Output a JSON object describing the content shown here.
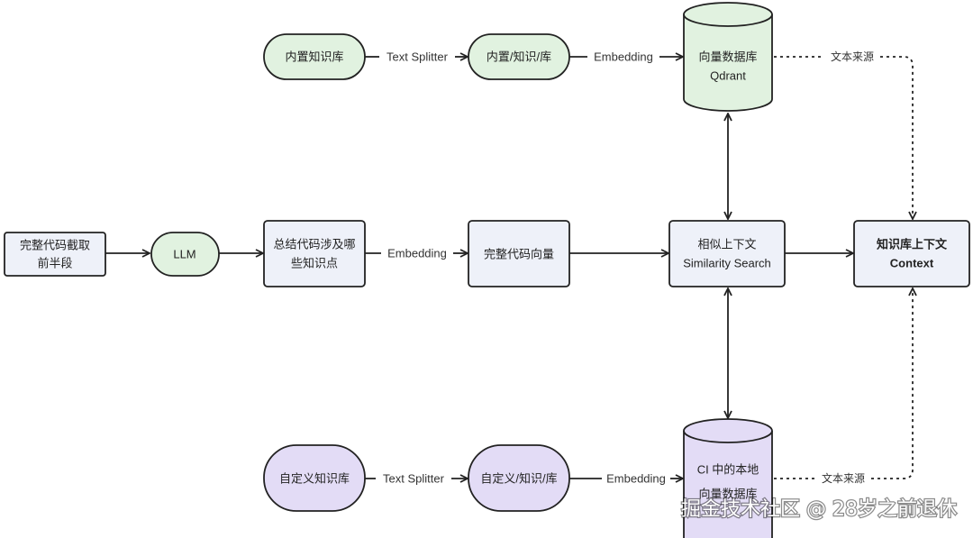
{
  "nodes": {
    "builtin_kb": {
      "label": "内置知识库"
    },
    "builtin_chunks": {
      "label": "内置/知识/库"
    },
    "qdrant": {
      "lines": [
        "向量数据库",
        "Qdrant"
      ]
    },
    "code_prefix": {
      "lines": [
        "完整代码截取",
        "前半段"
      ]
    },
    "llm": {
      "label": "LLM"
    },
    "summary": {
      "lines": [
        "总结代码涉及哪",
        "些知识点"
      ]
    },
    "code_vector": {
      "label": "完整代码向量"
    },
    "similarity": {
      "lines": [
        "相似上下文",
        "Similarity Search"
      ]
    },
    "context": {
      "lines": [
        "知识库上下文",
        "Context"
      ]
    },
    "custom_kb": {
      "label": "自定义知识库"
    },
    "custom_chunks": {
      "label": "自定义/知识/库"
    },
    "ci_store": {
      "lines": [
        "CI 中的本地",
        "向量数据库"
      ]
    }
  },
  "edges": {
    "top_split": "Text Splitter",
    "top_embed": "Embedding",
    "top_source": "文本来源",
    "mid_embed": "Embedding",
    "bottom_split": "Text Splitter",
    "bottom_embed": "Embedding",
    "bottom_source": "文本来源"
  },
  "colors": {
    "green_node": "#e1f2e0",
    "purple_node": "#e3dcf6",
    "blue_node": "#eef1f9",
    "stroke": "#222222"
  },
  "watermark": "掘金技术社区 @ 28岁之前退休"
}
